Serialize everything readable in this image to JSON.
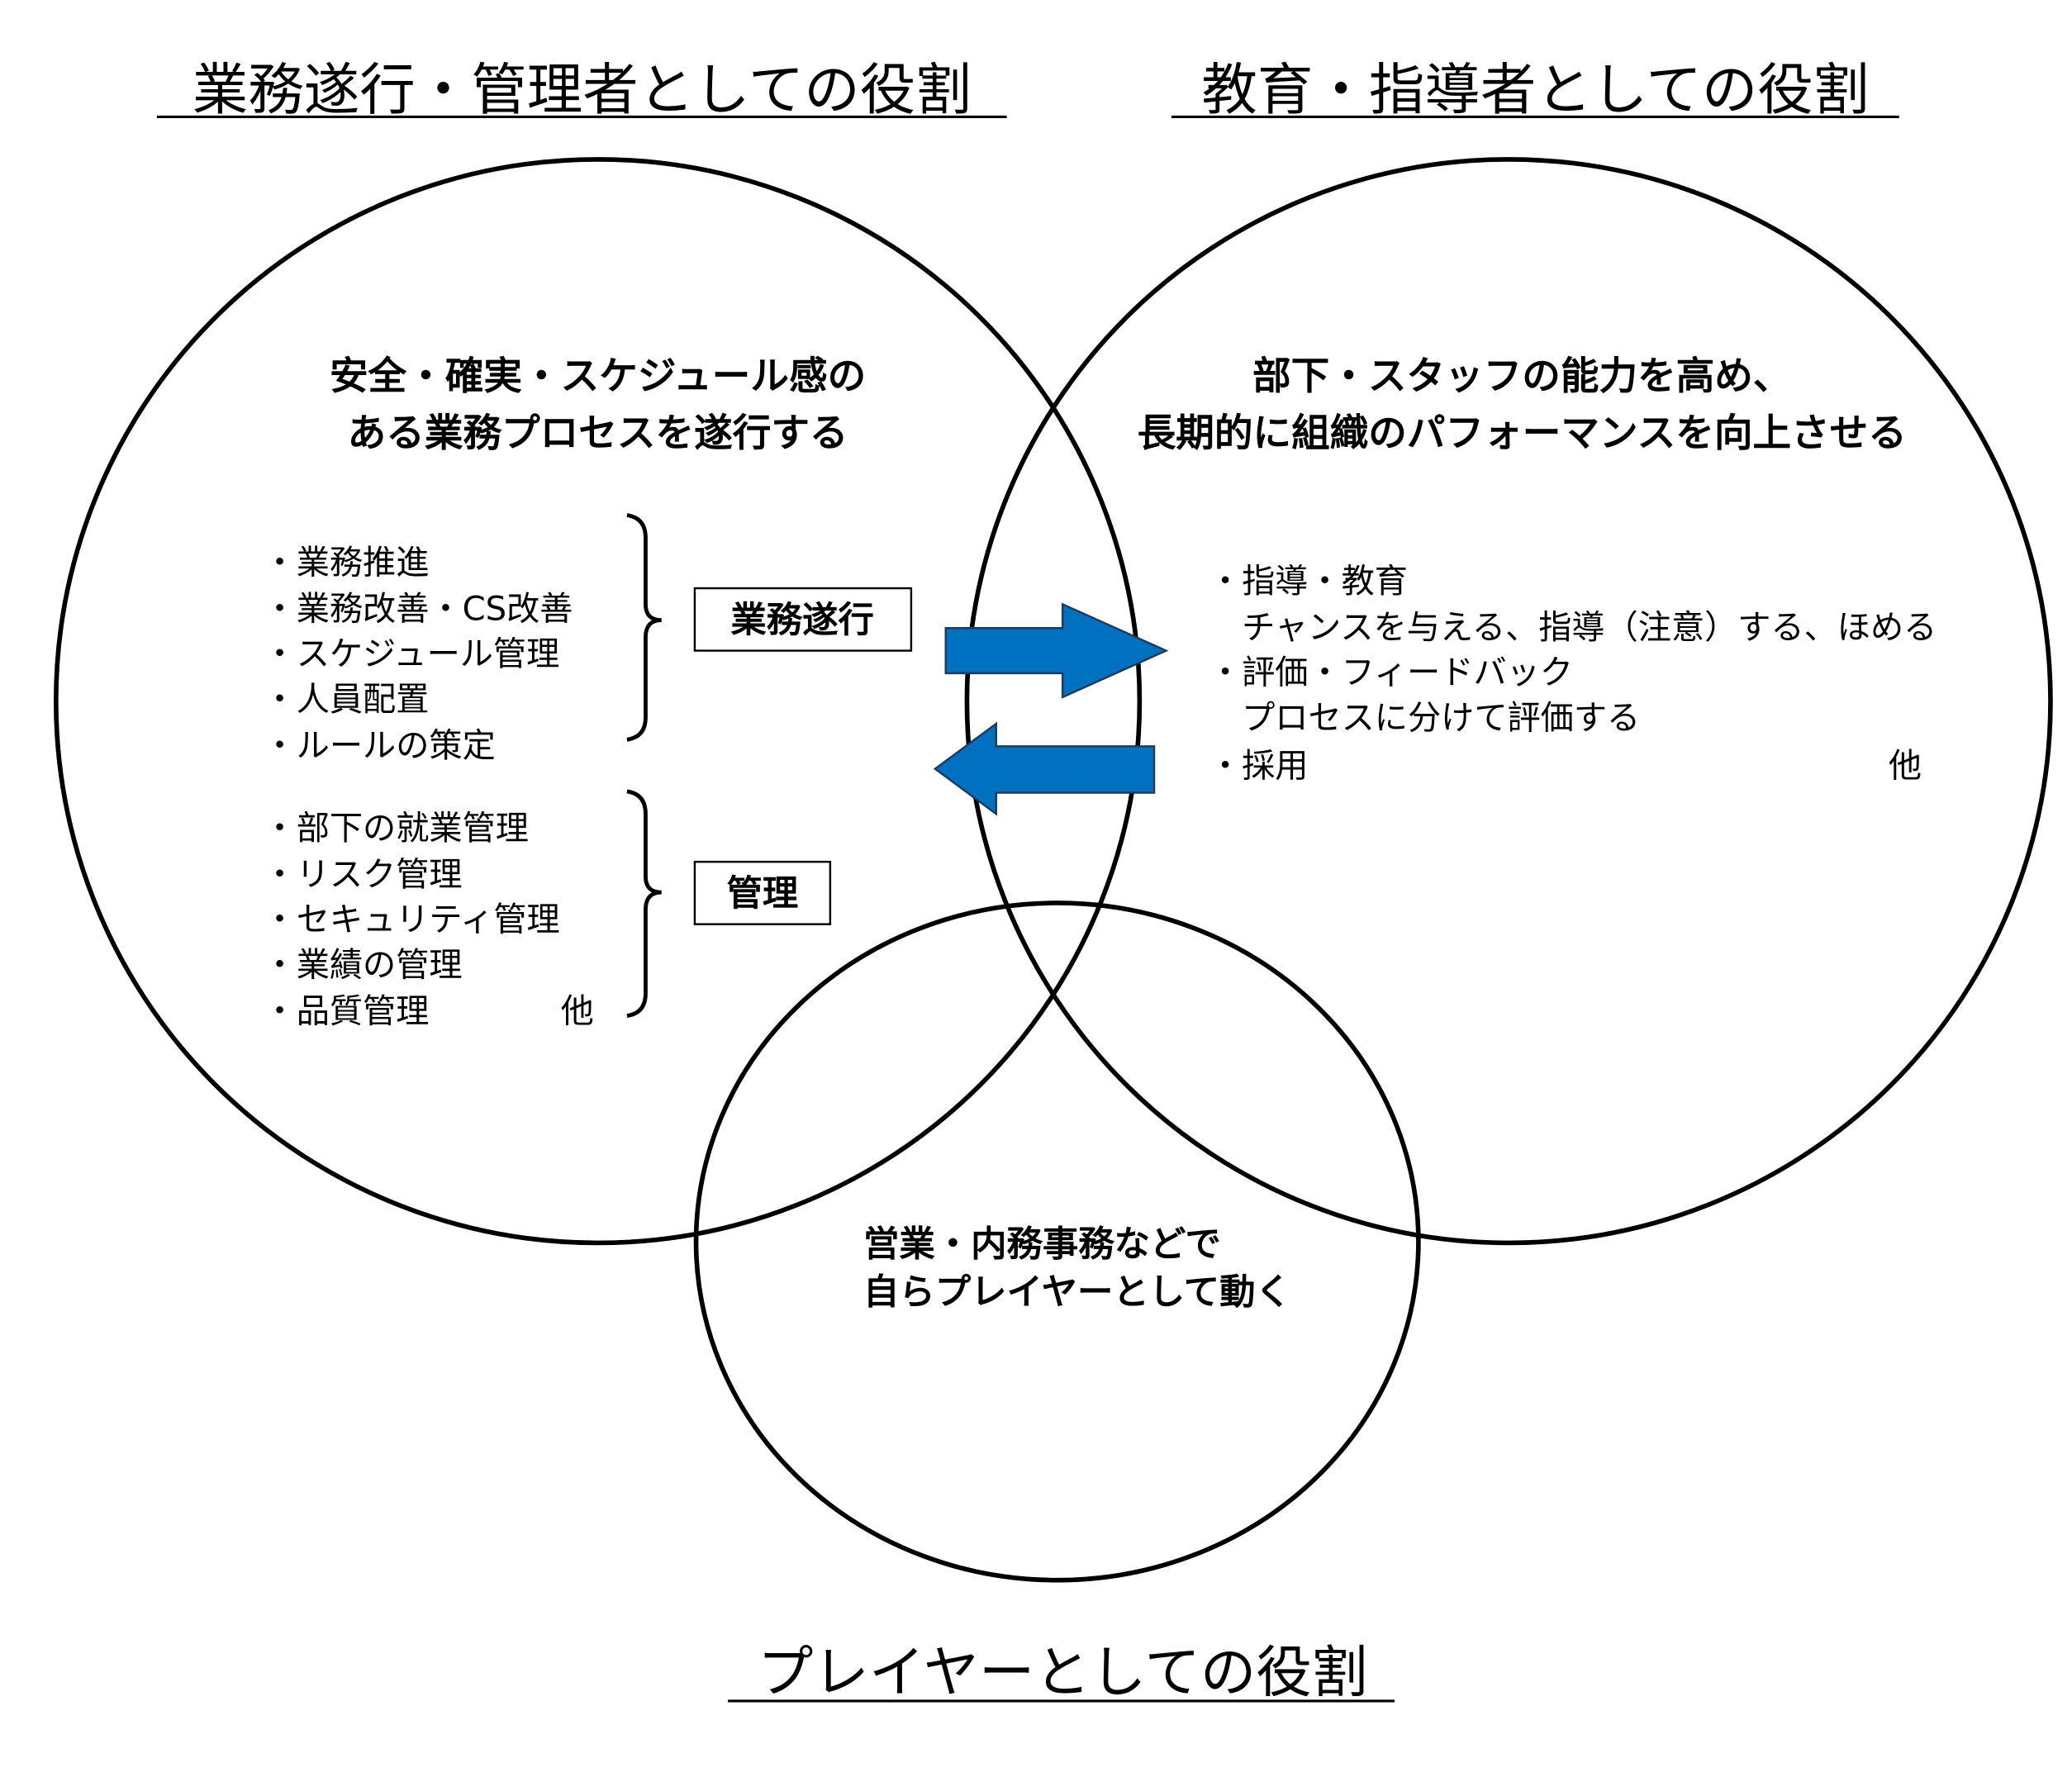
{
  "titles": {
    "management": "業務遂行・管理者としての役割",
    "education": "教育・指導者としての役割",
    "player": "プレイヤーとしての役割"
  },
  "management": {
    "heading": [
      "安全・確実・スケジュール感の",
      "ある業務プロセスを遂行する"
    ],
    "execution_items": [
      "・業務推進",
      "・業務改善・CS改善",
      "・スケジュール管理",
      "・人員配置",
      "・ルールの策定"
    ],
    "execution_label": "業務遂行",
    "control_items": [
      "・部下の就業管理",
      "・リスク管理",
      "・セキュリティ管理",
      "・業績の管理",
      "・品質管理"
    ],
    "control_label": "管理",
    "etc": "他"
  },
  "education": {
    "heading": [
      "部下・スタッフの能力を高め、",
      "長期的に組織のパフォーマンスを向上させる"
    ],
    "items": [
      "・指導・教育",
      "　チャンスを与える、指導（注意）する、ほめる",
      "・評価・フィードバック",
      "　プロセスに分けて評価する",
      "・採用"
    ],
    "etc": "他"
  },
  "player": {
    "text": [
      "営業・内務事務などで",
      "自らプレイヤーとして動く"
    ]
  },
  "colors": {
    "arrow": "#0070C0"
  }
}
